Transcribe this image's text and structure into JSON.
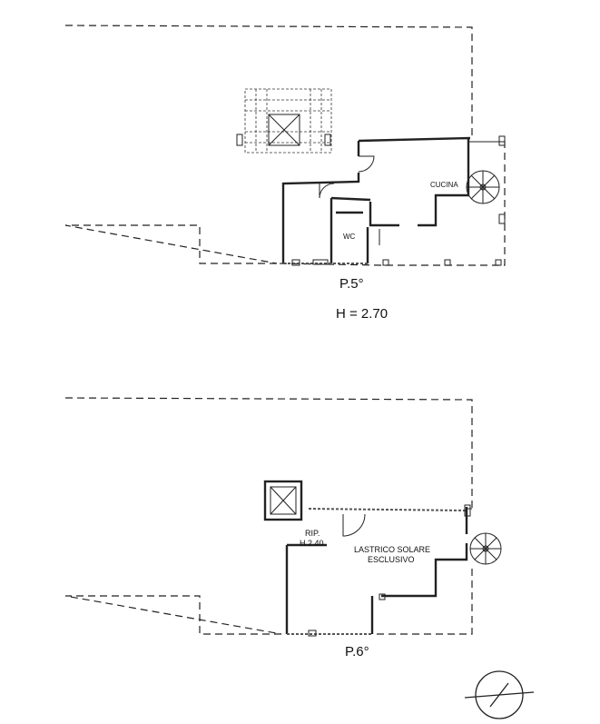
{
  "floor5": {
    "title": "P.5°",
    "height": "H = 2.70",
    "rooms": {
      "kitchen": "CUCINA",
      "wc": "WC"
    }
  },
  "floor6": {
    "title": "P.6°",
    "rooms": {
      "storage_line1": "RIP.",
      "storage_line2": "H 2.40",
      "terrace_line1": "LASTRICO SOLARE",
      "terrace_line2": "ESCLUSIVO"
    }
  }
}
